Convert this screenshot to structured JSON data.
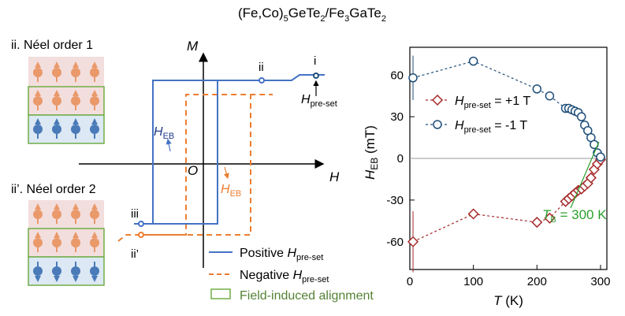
{
  "title": {
    "main": "(Fe,Co)",
    "sub1": "5",
    "mid": "GeTe",
    "sub2": "2",
    "mid2": "/Fe",
    "sub3": "3",
    "mid3": "GaTe",
    "sub4": "2"
  },
  "colors": {
    "blue": "#4472c4",
    "orange": "#ed7d31",
    "red": "#a52a2a",
    "navy": "#1f4e79",
    "green": "#2ca02c",
    "legend_green": "#548235",
    "spin_orange": "#e9996a",
    "spin_blue": "#4a7ab8"
  },
  "neel": {
    "order1": "ii. Néel order 1",
    "order2": "ii’. Néel order 2"
  },
  "hysteresis": {
    "m_label": "M",
    "h_label": "H",
    "origin_label": "O",
    "heb_main": "H",
    "heb_sub": "EB",
    "point_i": "i",
    "point_ii": "ii",
    "point_iii": "iii",
    "point_ii_prime": "ii’",
    "hpre_main": "H",
    "hpre_sub": "pre-set"
  },
  "legend_left": {
    "positive_prefix": "Positive ",
    "negative_prefix": "Negative ",
    "h_main": "H",
    "h_sub": "pre-set",
    "field_induced": "Field-induced alignment"
  },
  "chart_data": {
    "type": "scatter",
    "title": "",
    "xlabel": "T (K)",
    "xlabel_main": "T",
    "xlabel_unit": " (K)",
    "ylabel_main": "H",
    "ylabel_sub": "EB",
    "ylabel_unit": " (mT)",
    "xlim": [
      0,
      310
    ],
    "ylim": [
      -80,
      80
    ],
    "xticks": [
      0,
      100,
      200,
      300
    ],
    "yticks": [
      -60,
      -30,
      0,
      30,
      60
    ],
    "tb_label_main": "T",
    "tb_label_sub": "B",
    "tb_label_rest": " = 300 K",
    "series": [
      {
        "name": "H_pre-set = +1 T",
        "legend_prefix": "H",
        "legend_sub": "pre-set",
        "legend_value": " = +1 T",
        "marker": "diamond",
        "color": "#a52a2a",
        "x": [
          5,
          100,
          200,
          220,
          245,
          250,
          255,
          260,
          265,
          270,
          275,
          280,
          285,
          290,
          295,
          300
        ],
        "y": [
          -60,
          -40,
          -46,
          -43,
          -31,
          -29,
          -27,
          -25,
          -23,
          -22,
          -20,
          -18,
          -14,
          -8,
          -4,
          -1
        ],
        "err_first": 22
      },
      {
        "name": "H_pre-set = -1 T",
        "legend_prefix": "H",
        "legend_sub": "pre-set",
        "legend_value": " = -1 T",
        "marker": "circle",
        "color": "#1f4e79",
        "x": [
          5,
          100,
          200,
          220,
          245,
          250,
          255,
          260,
          265,
          270,
          275,
          280,
          285,
          290,
          295,
          300
        ],
        "y": [
          58,
          70,
          50,
          45,
          36,
          36,
          35,
          34,
          33,
          30,
          24,
          20,
          15,
          10,
          4,
          1
        ],
        "err_first": 16
      }
    ]
  }
}
